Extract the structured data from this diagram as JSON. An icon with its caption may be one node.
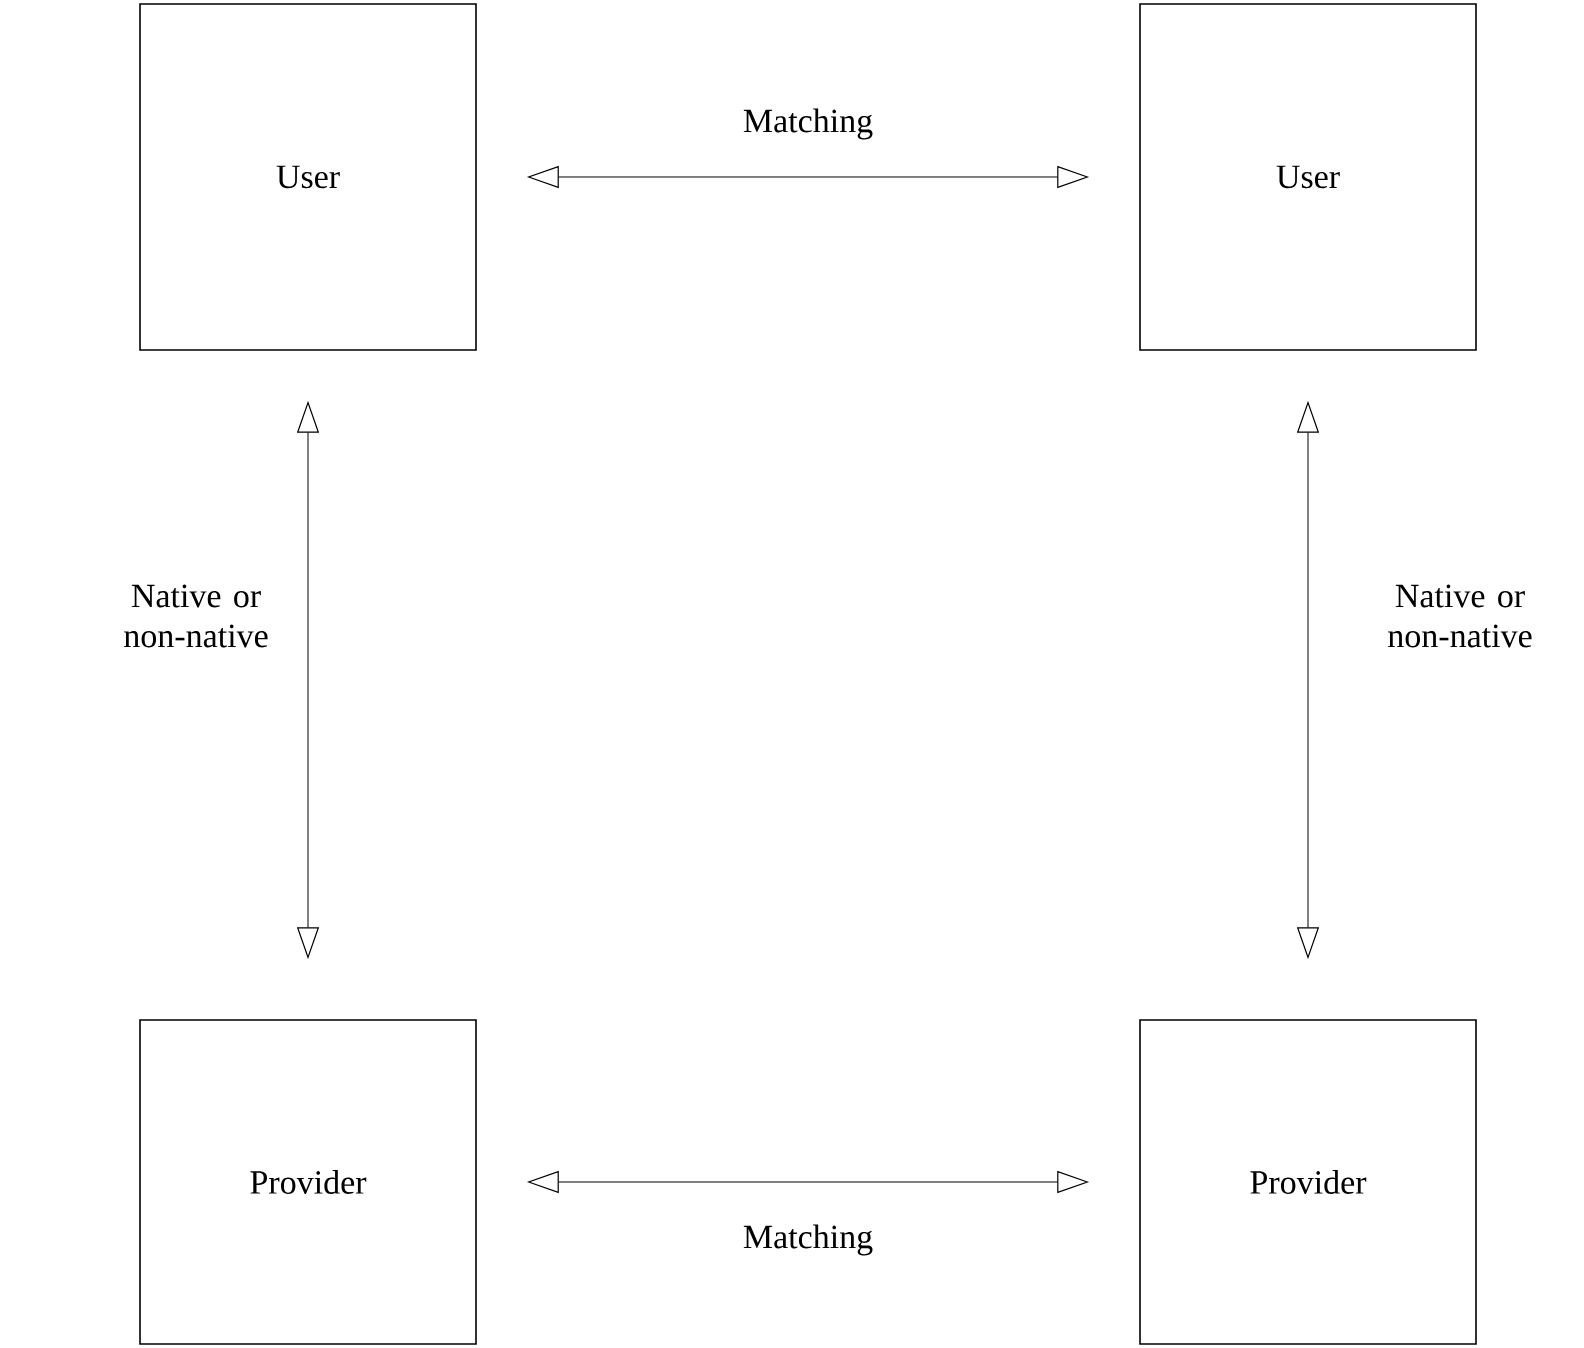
{
  "diagram": {
    "nodes": [
      {
        "text": [
          "User"
        ]
      },
      {
        "text": [
          "User"
        ]
      },
      {
        "text": [
          "Provider"
        ]
      },
      {
        "text": [
          "Provider"
        ]
      }
    ],
    "edges": [
      {
        "from": 0,
        "to": 1,
        "arrow": "both",
        "label": "Matching"
      },
      {
        "from": 0,
        "to": 2,
        "arrow": "both",
        "label": "Native or non-native"
      },
      {
        "from": 1,
        "to": 3,
        "arrow": "both",
        "label": "Native or non-native"
      },
      {
        "from": 2,
        "to": 3,
        "arrow": "both",
        "label": "Matching"
      }
    ]
  }
}
